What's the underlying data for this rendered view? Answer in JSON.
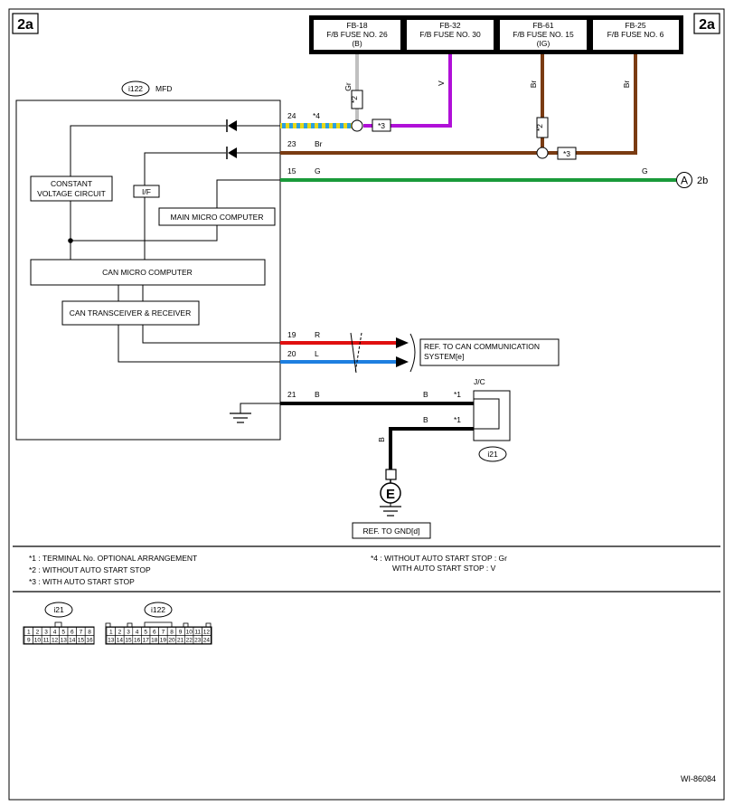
{
  "page": {
    "tag_left": "2a",
    "tag_right": "2a",
    "doc_id": "WI-86084"
  },
  "fuses": [
    {
      "id": "FB-18",
      "line1": "F/B FUSE NO. 26",
      "line2": "(B)"
    },
    {
      "id": "FB-32",
      "line1": "F/B FUSE NO. 30",
      "line2": ""
    },
    {
      "id": "FB-61",
      "line1": "F/B FUSE NO. 15",
      "line2": "(IG)"
    },
    {
      "id": "FB-25",
      "line1": "F/B FUSE NO. 6",
      "line2": ""
    }
  ],
  "mfd": {
    "connector": "i122",
    "name": "MFD",
    "blocks": {
      "constant_voltage": [
        "CONSTANT",
        "VOLTAGE CIRCUIT"
      ],
      "interface": "I/F",
      "main_micro": "MAIN MICRO COMPUTER",
      "can_micro": "CAN MICRO COMPUTER",
      "can_transceiver": "CAN TRANSCEIVER & RECEIVER"
    }
  },
  "wires": {
    "fuse_wire_colors": [
      "Gr",
      "V",
      "Br",
      "Br"
    ],
    "pins": [
      {
        "pin": "24",
        "color": "*4"
      },
      {
        "pin": "23",
        "color": "Br"
      },
      {
        "pin": "15",
        "color": "G"
      },
      {
        "pin": "19",
        "color": "R"
      },
      {
        "pin": "20",
        "color": "L"
      },
      {
        "pin": "21",
        "color": "B"
      }
    ],
    "g_far_label": "G",
    "ground_b1": "B",
    "ground_b2": "B",
    "ground_vertical": "B",
    "star1a": "*1",
    "star1b": "*1",
    "star2a": "*2",
    "star2b": "*2",
    "star3a": "*3",
    "star3b": "*3"
  },
  "offpage": {
    "letter": "A",
    "page": "2b"
  },
  "refs": {
    "can": [
      "REF. TO CAN COMMUNICATION",
      "SYSTEM[e]"
    ],
    "gnd": "REF. TO GND[d]"
  },
  "jc": {
    "label": "J/C",
    "connector": "i21"
  },
  "ground_symbol": "E",
  "notes": {
    "n1": "*1  : TERMINAL No. OPTIONAL ARRANGEMENT",
    "n2": "*2  : WITHOUT AUTO START STOP",
    "n3": "*3  : WITH AUTO START STOP",
    "n4a": "*4  : WITHOUT AUTO START STOP  : Gr",
    "n4b": "WITH AUTO START STOP  : V"
  },
  "connectors": {
    "i21": {
      "name": "i21",
      "row1": [
        "1",
        "2",
        "3",
        "4",
        "5",
        "6",
        "7",
        "8"
      ],
      "row2": [
        "9",
        "10",
        "11",
        "12",
        "13",
        "14",
        "15",
        "16"
      ]
    },
    "i122": {
      "name": "i122",
      "row1": [
        "1",
        "2",
        "3",
        "4",
        "5",
        "6",
        "7",
        "8",
        "9",
        "10",
        "11",
        "12"
      ],
      "row2": [
        "13",
        "14",
        "15",
        "16",
        "17",
        "18",
        "19",
        "20",
        "21",
        "22",
        "23",
        "24"
      ]
    }
  },
  "colors": {
    "brown": "#7a3b12",
    "violet": "#b010d8",
    "green": "#1a9a3a",
    "red": "#e01010",
    "blue": "#1e7fe0",
    "yellow": "#e8d818",
    "gray": "#c0c0c0",
    "black": "#000000"
  }
}
